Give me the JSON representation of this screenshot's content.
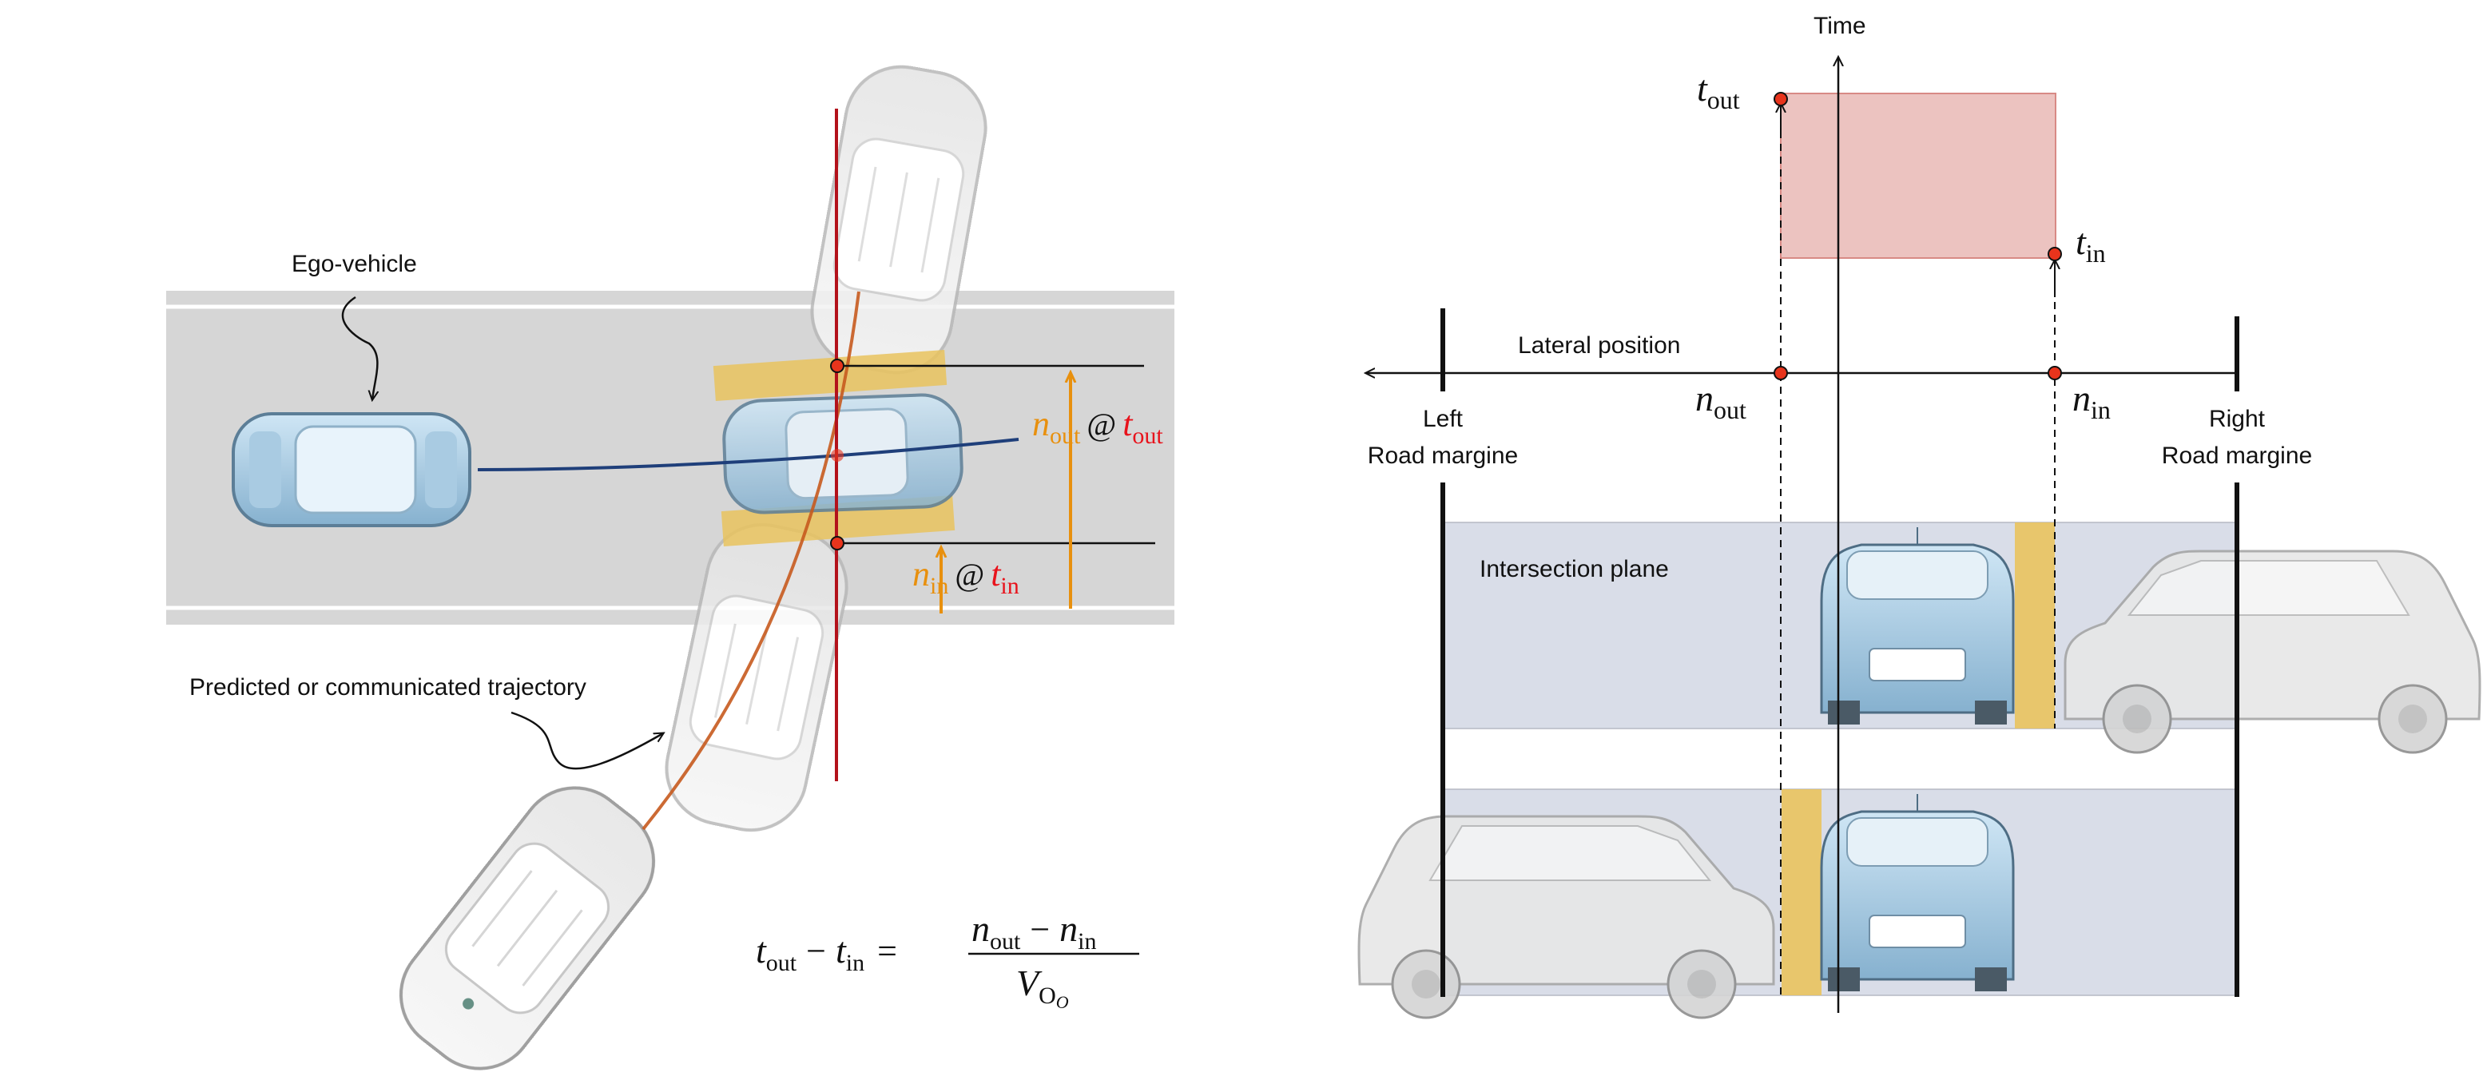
{
  "colors": {
    "road": "#d6d6d6",
    "road_edge": "#ffffff",
    "trajectory_ego": "#1f3f7a",
    "trajectory_other": "#c65a1e",
    "crossing_line": "#b3121b",
    "strip": "#e9c35e",
    "accent_orange": "#e8900e",
    "accent_red": "#e8131c",
    "occupancy": "#ecc3c0",
    "plane": "#d9dde8",
    "point": "#e8341c"
  },
  "left_panel": {
    "ego_label": "Ego-vehicle",
    "trajectory_label": "Predicted or communicated trajectory",
    "n_out_tag": {
      "sym": "n",
      "sub": "out",
      "at": "@",
      "tsym": "t",
      "tsub": "out"
    },
    "n_in_tag": {
      "sym": "n",
      "sub": "in",
      "at": "@",
      "tsym": "t",
      "tsub": "in"
    },
    "formula": {
      "lhs_a": "t",
      "lhs_a_sub": "out",
      "minus": "−",
      "lhs_b": "t",
      "lhs_b_sub": "in",
      "eq": "=",
      "num_a": "n",
      "num_a_sub": "out",
      "num_b": "n",
      "num_b_sub": "in",
      "den": "V",
      "den_sub": "O",
      "den_subsub": "O"
    },
    "icons": [
      "ego-car-icon",
      "other-car-icon"
    ]
  },
  "right_panel": {
    "time_label": "Time",
    "lateral_label": "Lateral position",
    "t_out": {
      "sym": "t",
      "sub": "out"
    },
    "t_in": {
      "sym": "t",
      "sub": "in"
    },
    "n_out": {
      "sym": "n",
      "sub": "out"
    },
    "n_in": {
      "sym": "n",
      "sub": "in"
    },
    "left_margin_1": "Left",
    "left_margin_2": "Road margine",
    "right_margin_1": "Right",
    "right_margin_2": "Road margine",
    "plane_label": "Intersection plane",
    "icons": [
      "car-rear-icon",
      "car-side-icon"
    ]
  }
}
